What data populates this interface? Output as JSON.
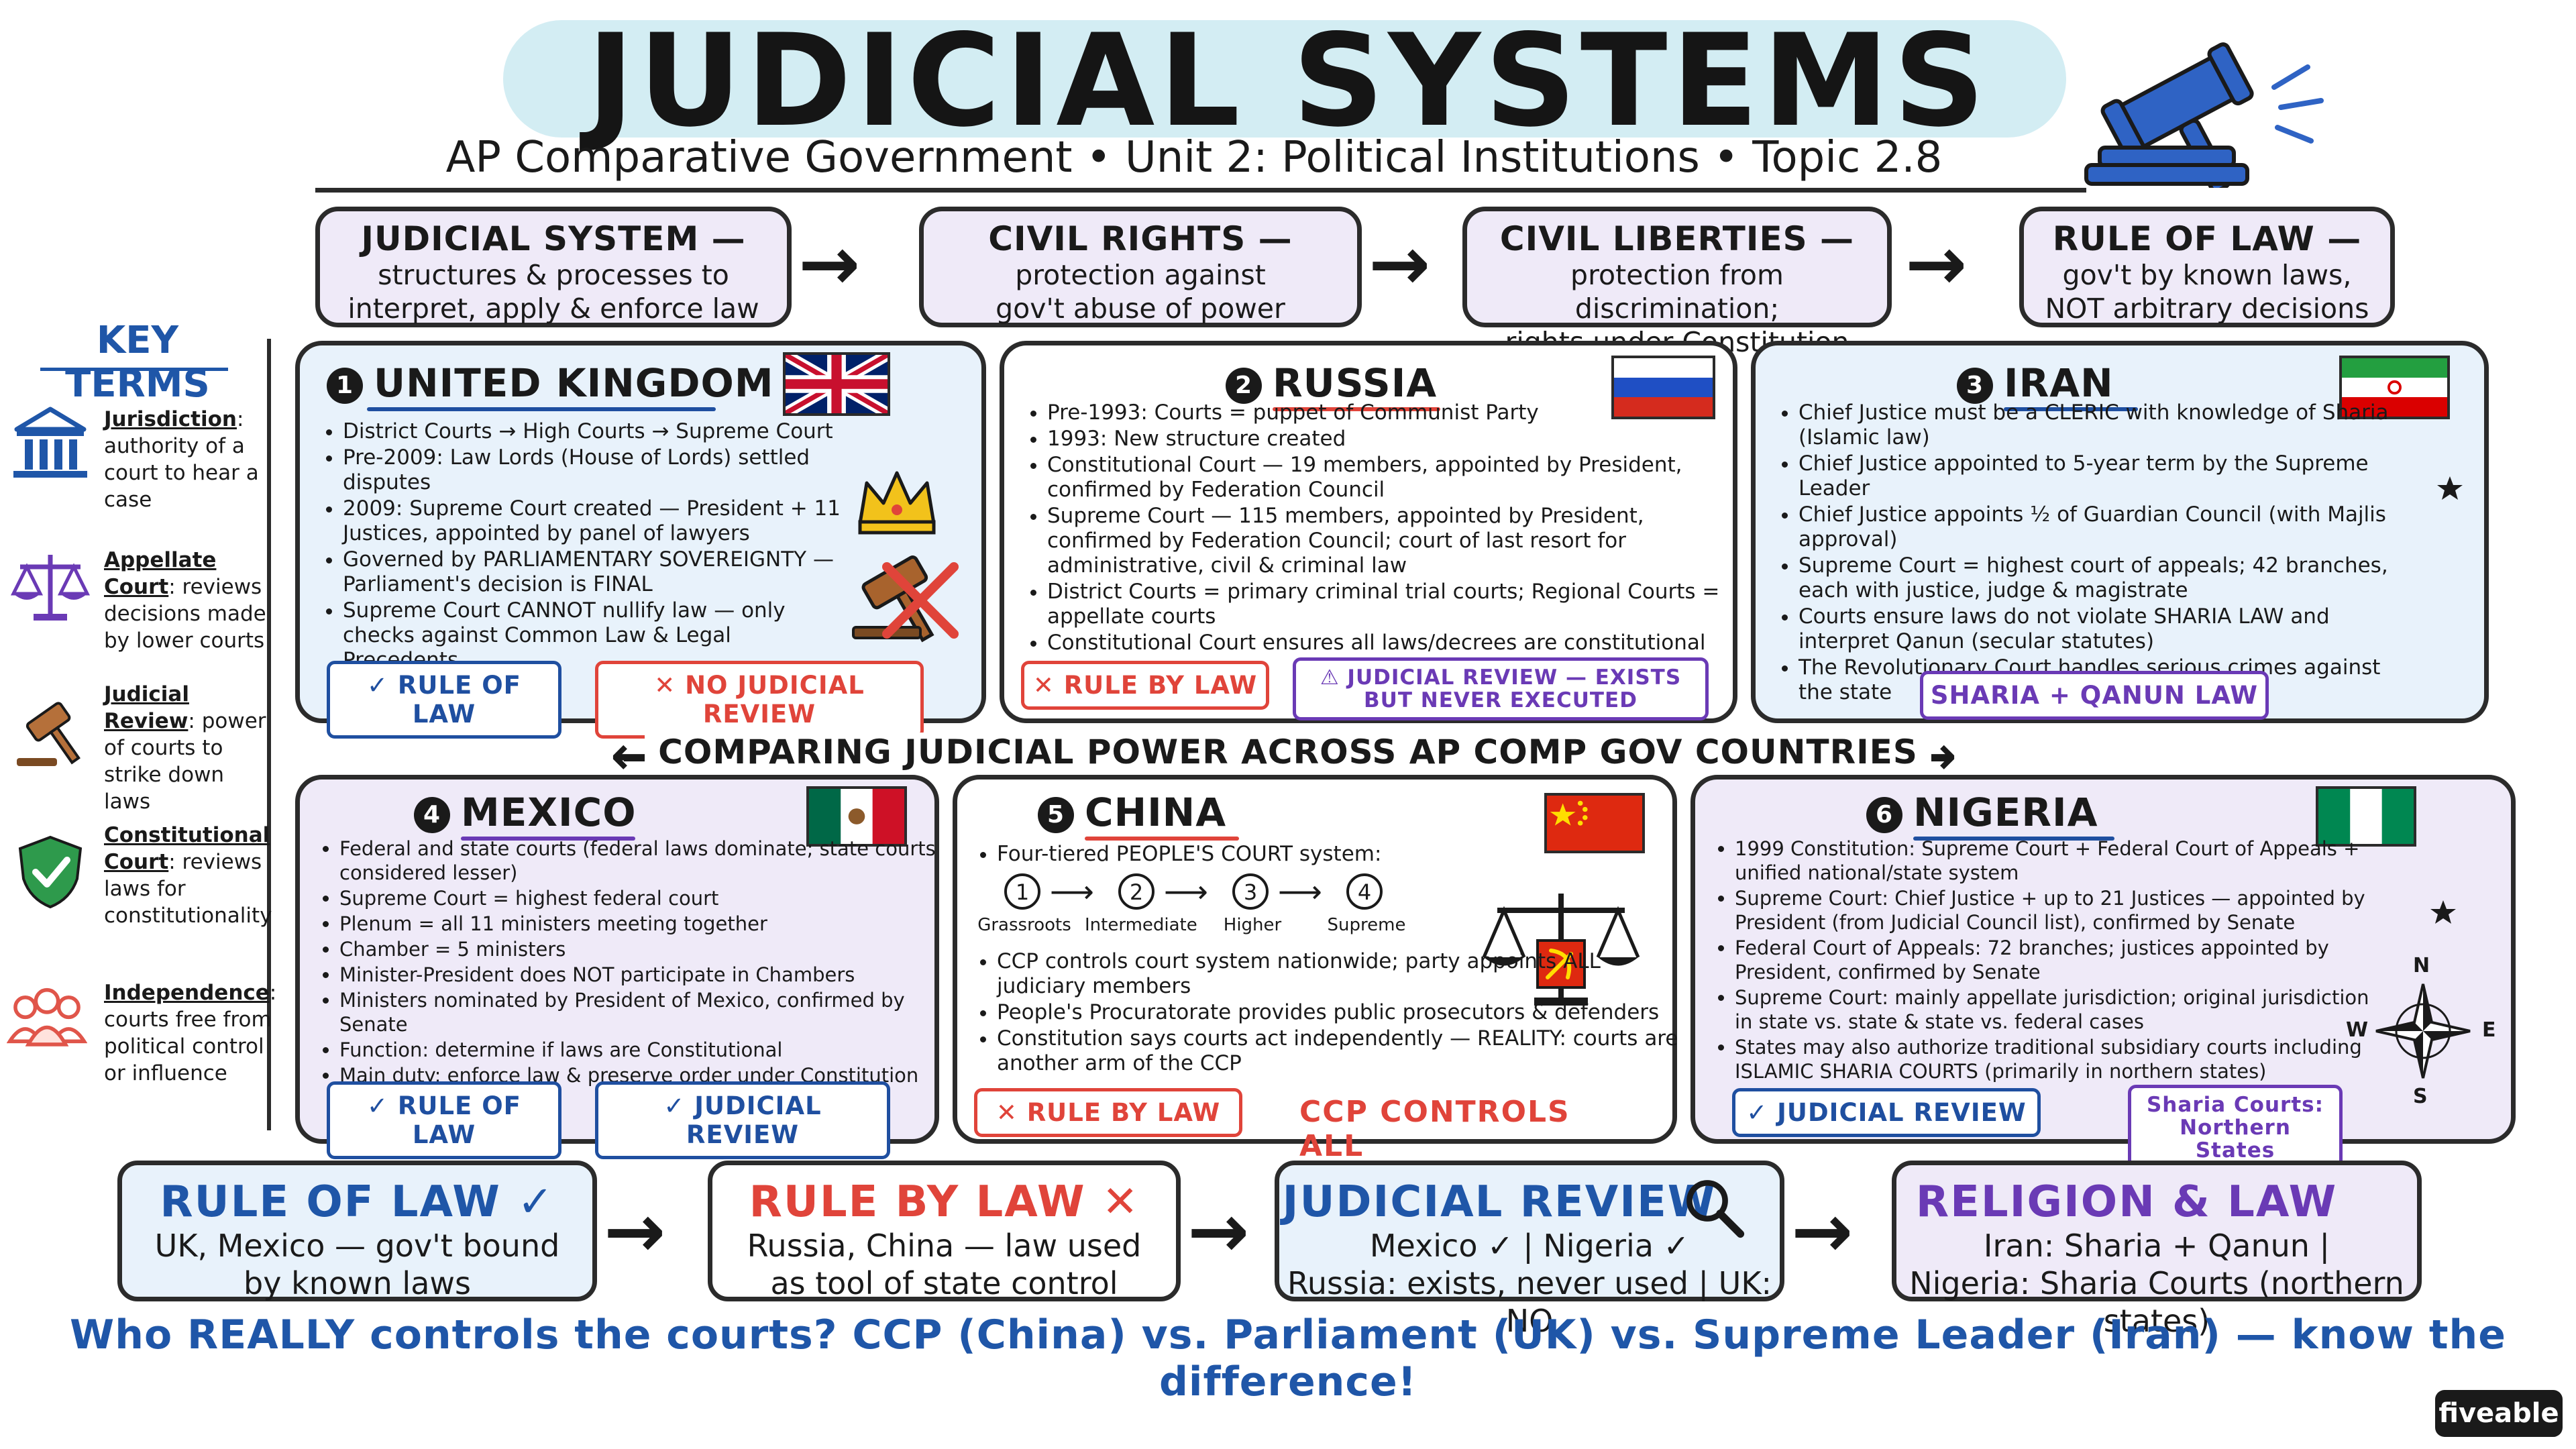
{
  "header": {
    "title": "JUDICIAL SYSTEMS",
    "subtitle": "AP Comparative Government  •  Unit 2: Political Institutions  •  Topic 2.8"
  },
  "definitions": [
    {
      "heading": "JUDICIAL SYSTEM —",
      "text": "structures & processes to\ninterpret, apply & enforce law"
    },
    {
      "heading": "CIVIL RIGHTS —",
      "text": "protection against\ngov't abuse of power"
    },
    {
      "heading": "CIVIL LIBERTIES —",
      "text": "protection from discrimination;\nrights under Constitution"
    },
    {
      "heading": "RULE OF LAW —",
      "text": "gov't by known laws,\nNOT arbitrary decisions"
    }
  ],
  "key_terms": {
    "title": "KEY TERMS",
    "items": [
      {
        "term": "Jurisdiction",
        "text": ": authority of a court to hear a case",
        "icon": "courthouse-icon"
      },
      {
        "term": "Appellate Court",
        "text": ": reviews decisions made by lower courts",
        "icon": "scales-icon"
      },
      {
        "term": "Judicial Review",
        "text": ": power of courts to strike down laws",
        "icon": "gavel-icon"
      },
      {
        "term": "Constitutional Court",
        "text": ": reviews laws for constitutionality",
        "icon": "shield-check-icon"
      },
      {
        "term": "Independence",
        "text": ": courts free from political control or influence",
        "icon": "people-icon"
      }
    ]
  },
  "compare_banner": "COMPARING JUDICIAL POWER ACROSS AP COMP GOV COUNTRIES",
  "countries": {
    "uk": {
      "num": "1",
      "name": "UNITED KINGDOM",
      "bullets": [
        "District Courts → High Courts → Supreme Court",
        "Pre-2009: Law Lords (House of Lords) settled disputes",
        "2009: Supreme Court created — President + 11 Justices, appointed by panel of lawyers",
        "Governed by PARLIAMENTARY SOVEREIGNTY — Parliament's decision is FINAL",
        "Supreme Court CANNOT nullify law — only checks against Common Law & Legal Precedents"
      ],
      "tags": [
        "✓ RULE OF LAW",
        "✕ NO JUDICIAL REVIEW"
      ]
    },
    "russia": {
      "num": "2",
      "name": "RUSSIA",
      "bullets": [
        "Pre-1993: Courts = puppet of Communist Party",
        "1993: New structure created",
        "Constitutional Court — 19 members, appointed by President, confirmed by Federation Council",
        "Supreme Court — 115 members, appointed by President, confirmed by Federation Council; court of last resort for administrative, civil & criminal law",
        "District Courts = primary criminal trial courts; Regional Courts = appellate courts",
        "Constitutional Court ensures all laws/decrees are constitutional"
      ],
      "tags": [
        "✕ RULE BY LAW",
        "⚠ JUDICIAL REVIEW — EXISTS BUT NEVER EXECUTED"
      ]
    },
    "iran": {
      "num": "3",
      "name": "IRAN",
      "bullets": [
        "Chief Justice must be a CLERIC with knowledge of Sharia (Islamic law)",
        "Chief Justice appointed to 5-year term by the Supreme Leader",
        "Chief Justice appoints ½ of Guardian Council (with Majlis approval)",
        "Supreme Court = highest court of appeals; 42 branches, each with justice, judge & magistrate",
        "Courts ensure laws do not violate SHARIA LAW and interpret Qanun (secular statutes)",
        "The Revolutionary Court handles serious crimes against the state"
      ],
      "tags": [
        "SHARIA + QANUN LAW"
      ]
    },
    "mexico": {
      "num": "4",
      "name": "MEXICO",
      "bullets": [
        "Federal and state courts (federal laws dominate; state courts considered lesser)",
        "Supreme Court = highest federal court",
        "Plenum = all 11 ministers meeting together",
        "Chamber = 5 ministers",
        "Minister-President does NOT participate in Chambers",
        "Ministers nominated by President of Mexico, confirmed by Senate",
        "Function: determine if laws are Constitutional",
        "Main duty: enforce law & preserve order under Constitution"
      ],
      "tags": [
        "✓ RULE OF LAW",
        "✓ JUDICIAL REVIEW"
      ]
    },
    "china": {
      "num": "5",
      "name": "CHINA",
      "tier_intro": "Four-tiered PEOPLE'S COURT system:",
      "tiers": [
        {
          "n": "1",
          "label": "Grassroots"
        },
        {
          "n": "2",
          "label": "Intermediate"
        },
        {
          "n": "3",
          "label": "Higher"
        },
        {
          "n": "4",
          "label": "Supreme"
        }
      ],
      "bullets": [
        "CCP controls court system nationwide; party appoints ALL judiciary members",
        "People's Procuratorate provides public prosecutors & defenders",
        "Constitution says courts act independently — REALITY: courts are another arm of the CCP"
      ],
      "tags": [
        "✕ RULE BY LAW",
        "CCP CONTROLS ALL"
      ]
    },
    "nigeria": {
      "num": "6",
      "name": "NIGERIA",
      "bullets": [
        "1999 Constitution: Supreme Court + Federal Court of Appeals + unified national/state system",
        "Supreme Court: Chief Justice + up to 21 Justices — appointed by President (from Judicial Council list), confirmed by Senate",
        "Federal Court of Appeals: 72 branches; justices appointed by President, confirmed by Senate",
        "Supreme Court: mainly appellate jurisdiction; original jurisdiction in state vs. state & state vs. federal cases",
        "States may also authorize traditional subsidiary courts including ISLAMIC SHARIA COURTS (primarily in northern states)"
      ],
      "tags": [
        "✓ JUDICIAL REVIEW",
        "Sharia Courts: Northern States"
      ],
      "compass": {
        "n": "N",
        "e": "E",
        "s": "S",
        "w": "W"
      }
    }
  },
  "summary": [
    {
      "heading": "RULE OF LAW ✓",
      "text": "UK, Mexico — gov't bound\nby known laws",
      "color": "#1f56a8"
    },
    {
      "heading": "RULE BY LAW ✕",
      "text": "Russia, China — law used\nas tool of state control",
      "color": "#e0443a"
    },
    {
      "heading": "JUDICIAL REVIEW",
      "text": "Mexico ✓ | Nigeria ✓\nRussia: exists, never used | UK: NO",
      "color": "#1f56a8"
    },
    {
      "heading": "RELIGION & LAW",
      "text": "Iran: Sharia + Qanun |\nNigeria: Sharia Courts (northern states)",
      "color": "#6a3ab5"
    }
  ],
  "bottom_question": "Who REALLY controls the courts? CCP (China) vs. Parliament (UK) vs. Supreme Leader (Iran) — know the difference!",
  "brand": "fiveable"
}
